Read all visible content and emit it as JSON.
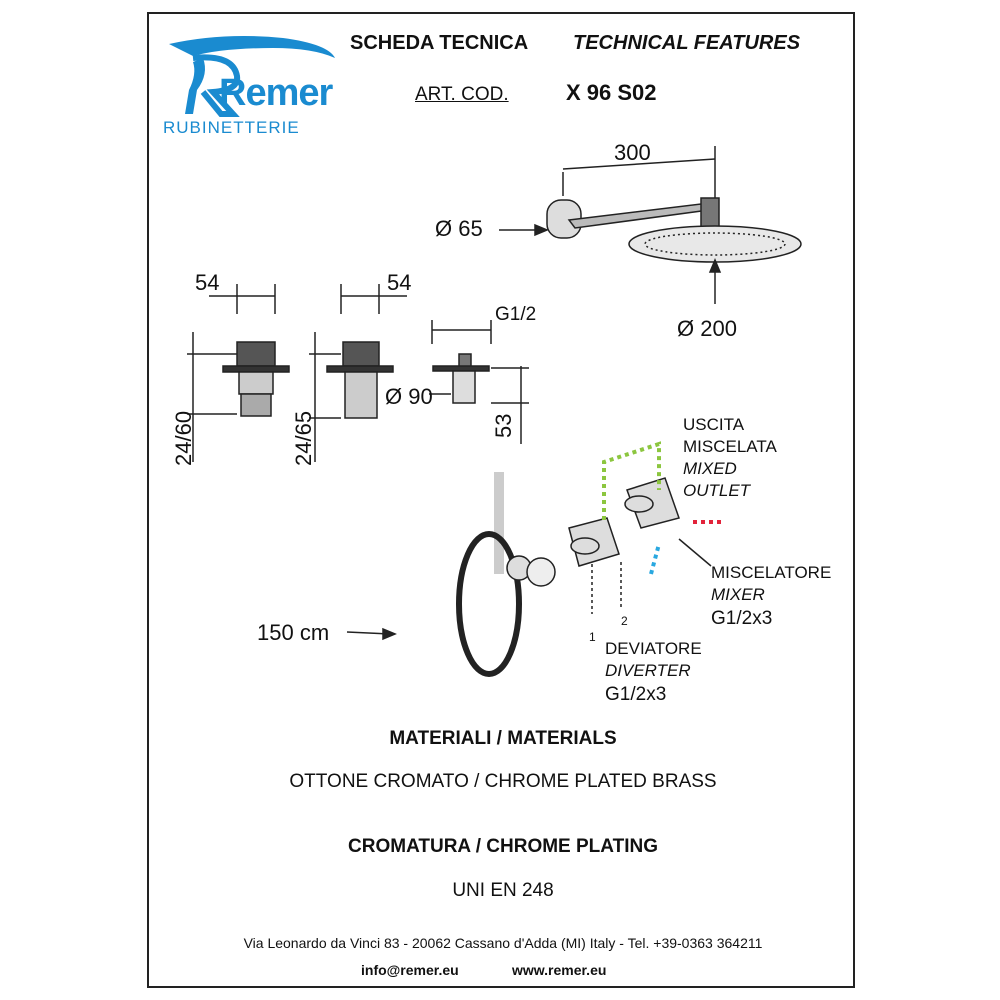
{
  "logo": {
    "brand": "Remer",
    "subtitle": "RUBINETTERIE",
    "color": "#1a8bd0"
  },
  "header": {
    "title_it": "SCHEDA TECNICA",
    "title_en": "TECHNICAL FEATURES",
    "code_label": "ART. COD.",
    "code_value": "X 96 S02"
  },
  "dimensions": {
    "arm_length": "300",
    "wall_flange": "Ø 65",
    "head_diameter": "Ø 200",
    "valve1_width": "54",
    "valve2_width": "54",
    "valve1_depth": "24/60",
    "valve2_depth": "24/65",
    "outlet_thread": "G1/2",
    "outlet_plate": "Ø 90",
    "outlet_height": "53",
    "hose_length": "150 cm"
  },
  "callouts": {
    "outlet_it1": "USCITA",
    "outlet_it2": "MISCELATA",
    "outlet_en1": "MIXED",
    "outlet_en2": "OUTLET",
    "mixer_it": "MISCELATORE",
    "mixer_en": "MIXER",
    "mixer_thread": "G1/2x3",
    "diverter_it": "DEVIATORE",
    "diverter_en": "DIVERTER",
    "diverter_thread": "G1/2x3",
    "port1": "1",
    "port2": "2"
  },
  "materials": {
    "heading": "MATERIALI / MATERIALS",
    "value": "OTTONE CROMATO / CHROME PLATED BRASS"
  },
  "plating": {
    "heading": "CROMATURA / CHROME PLATING",
    "value": "UNI EN 248"
  },
  "footer": {
    "address": "Via Leonardo da Vinci 83 - 20062 Cassano d'Adda (MI) Italy - Tel. +39-0363 364211",
    "email": "info@remer.eu",
    "website": "www.remer.eu"
  },
  "colors": {
    "arrow_green": "#8cc63f",
    "arrow_red": "#e2233a",
    "arrow_blue": "#29a8e0"
  }
}
